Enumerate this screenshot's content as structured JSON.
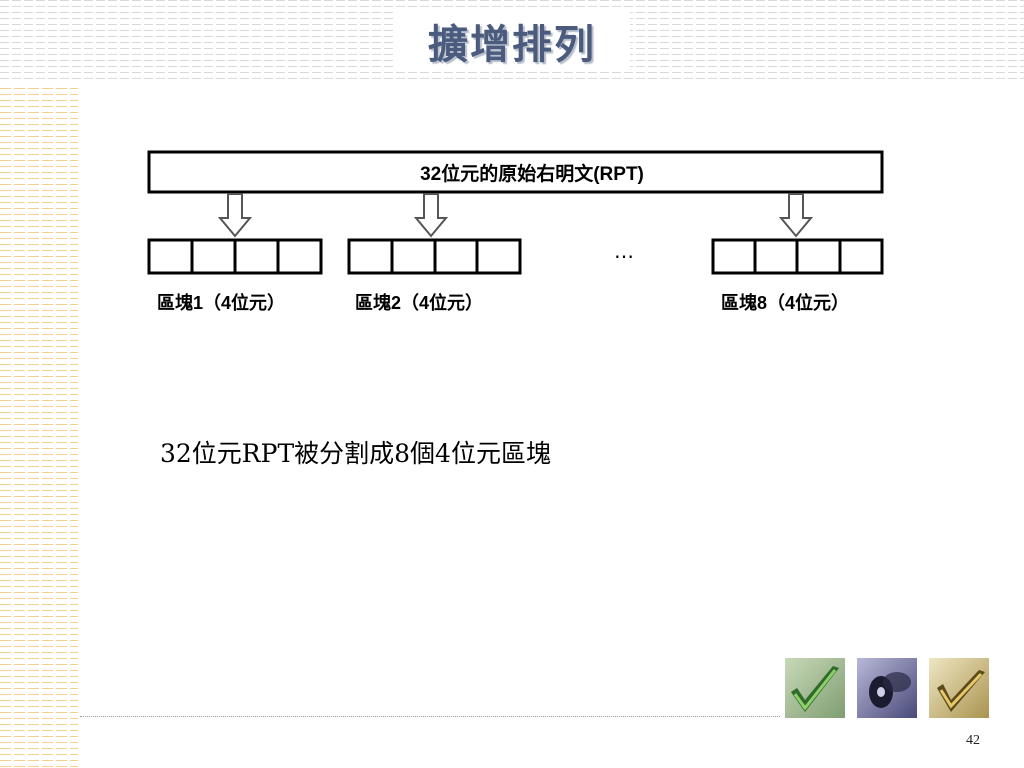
{
  "slide": {
    "title": "擴增排列",
    "caption": "32位元RPT被分割成8個4位元區塊",
    "page_number": "42"
  },
  "diagram": {
    "input_label": "32位元的原始右明文(RPT)",
    "ellipsis": "…",
    "blocks": [
      {
        "label": "區塊1（4位元）",
        "cells": 4
      },
      {
        "label": "區塊2（4位元）",
        "cells": 4
      },
      {
        "label": "區塊8（4位元）",
        "cells": 4
      }
    ]
  },
  "decorations": {
    "thumbnails": [
      "green-checkmark-icon",
      "purple-disc-icon",
      "gold-checkmark-icon"
    ]
  }
}
